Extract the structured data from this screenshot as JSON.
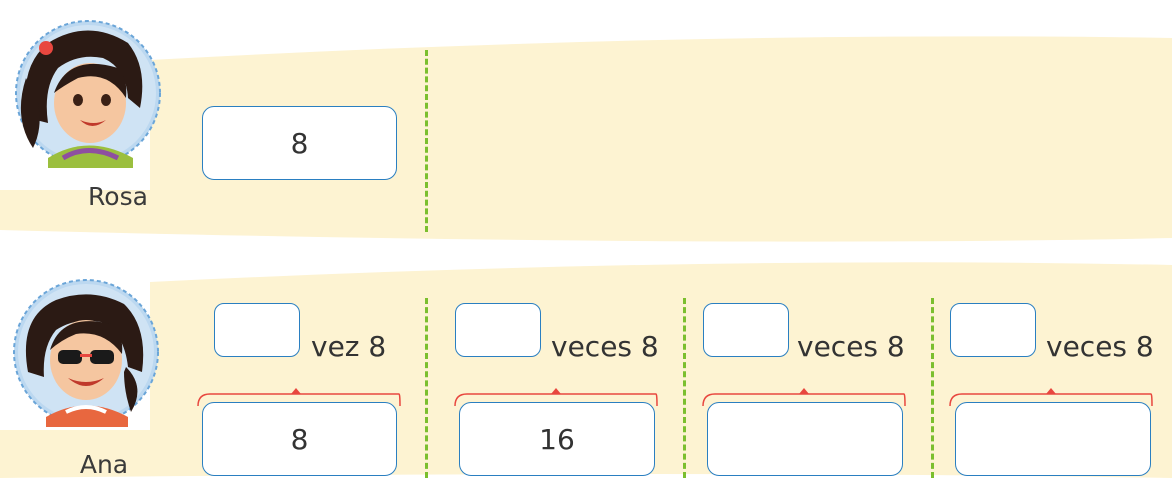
{
  "rosa": {
    "name": "Rosa",
    "value": "8"
  },
  "ana": {
    "name": "Ana",
    "groups": [
      {
        "label": "vez 8",
        "count": "",
        "result": "8"
      },
      {
        "label": "veces 8",
        "count": "",
        "result": "16"
      },
      {
        "label": "veces 8",
        "count": "",
        "result": ""
      },
      {
        "label": "veces 8",
        "count": "",
        "result": ""
      }
    ]
  },
  "colors": {
    "band": "#fdf3d2",
    "box_border": "#2a7fc1",
    "divider": "#7bbf2e",
    "brace": "#e8473f"
  }
}
